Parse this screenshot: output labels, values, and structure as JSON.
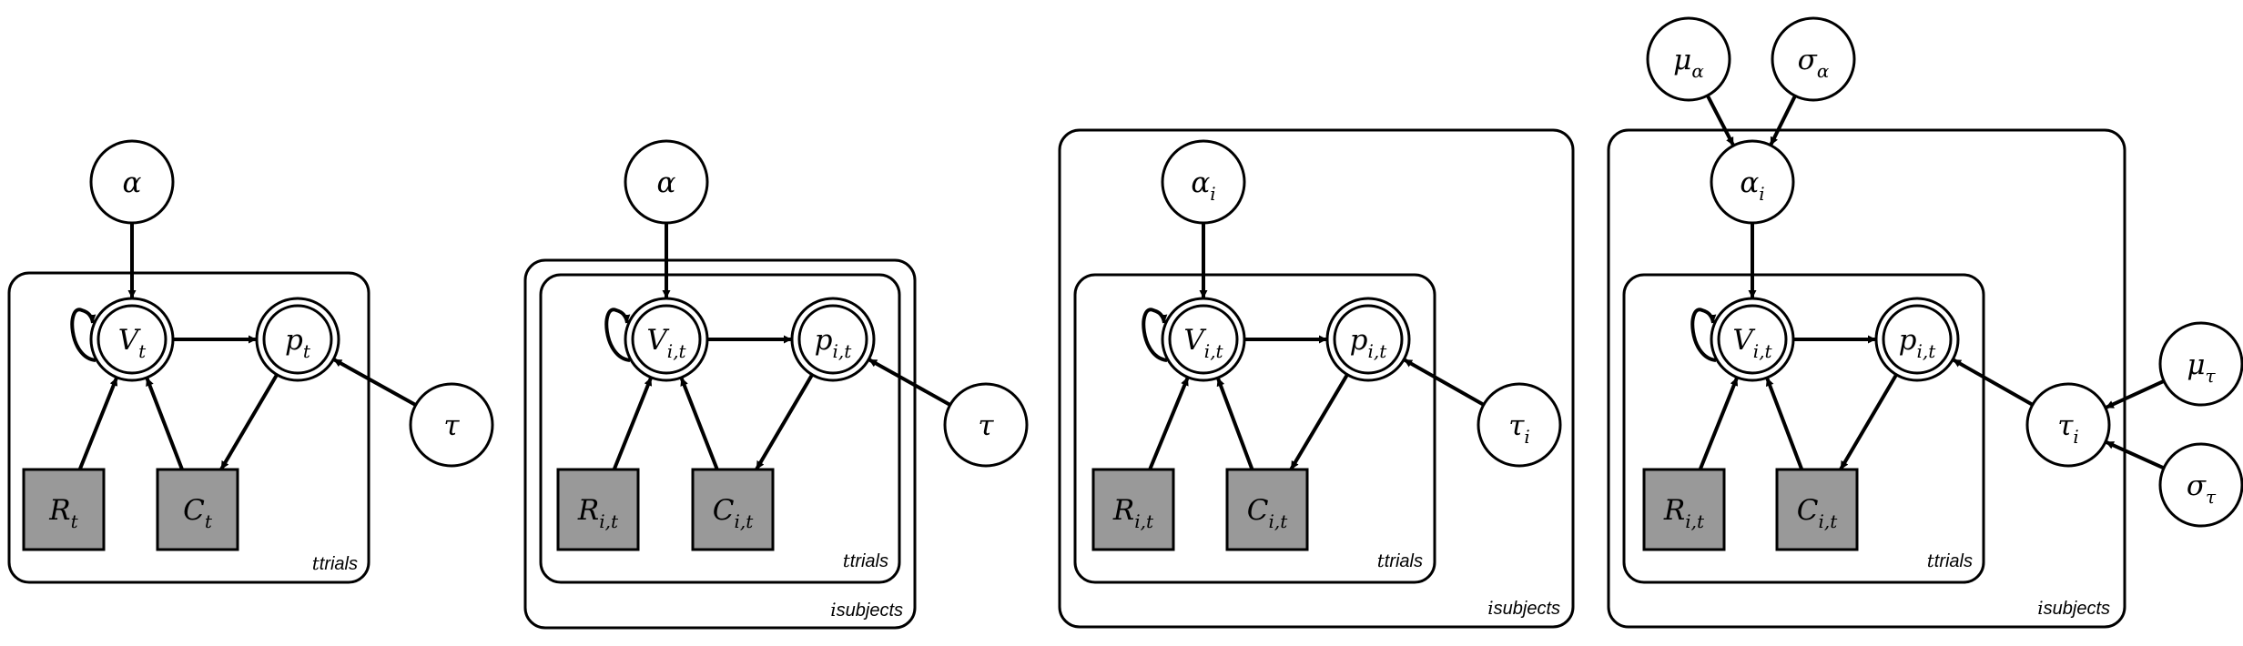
{
  "panels": [
    {
      "plates": [
        {
          "var": "t",
          "text": "trials"
        }
      ],
      "nodes": [
        {
          "id": "alpha",
          "base": "α",
          "sub": ""
        },
        {
          "id": "V",
          "base": "V",
          "sub": "t"
        },
        {
          "id": "p",
          "base": "p",
          "sub": "t"
        },
        {
          "id": "tau",
          "base": "τ",
          "sub": ""
        },
        {
          "id": "R",
          "base": "R",
          "sub": "t"
        },
        {
          "id": "C",
          "base": "C",
          "sub": "t"
        }
      ]
    },
    {
      "plates": [
        {
          "var": "t",
          "text": "trials"
        },
        {
          "var": "i",
          "text": "subjects"
        }
      ],
      "nodes": [
        {
          "id": "alpha",
          "base": "α",
          "sub": ""
        },
        {
          "id": "V",
          "base": "V",
          "sub": "i,t"
        },
        {
          "id": "p",
          "base": "p",
          "sub": "i,t"
        },
        {
          "id": "tau",
          "base": "τ",
          "sub": ""
        },
        {
          "id": "R",
          "base": "R",
          "sub": "i,t"
        },
        {
          "id": "C",
          "base": "C",
          "sub": "i,t"
        }
      ]
    },
    {
      "plates": [
        {
          "var": "t",
          "text": "trials"
        },
        {
          "var": "i",
          "text": "subjects"
        }
      ],
      "nodes": [
        {
          "id": "alpha",
          "base": "α",
          "sub": "i"
        },
        {
          "id": "V",
          "base": "V",
          "sub": "i,t"
        },
        {
          "id": "p",
          "base": "p",
          "sub": "i,t"
        },
        {
          "id": "tau",
          "base": "τ",
          "sub": "i"
        },
        {
          "id": "R",
          "base": "R",
          "sub": "i,t"
        },
        {
          "id": "C",
          "base": "C",
          "sub": "i,t"
        }
      ]
    },
    {
      "plates": [
        {
          "var": "t",
          "text": "trials"
        },
        {
          "var": "i",
          "text": "subjects"
        }
      ],
      "nodes": [
        {
          "id": "mu_alpha",
          "base": "μ",
          "sub": "α"
        },
        {
          "id": "sigma_alpha",
          "base": "σ",
          "sub": "α"
        },
        {
          "id": "alpha",
          "base": "α",
          "sub": "i"
        },
        {
          "id": "V",
          "base": "V",
          "sub": "i,t"
        },
        {
          "id": "p",
          "base": "p",
          "sub": "i,t"
        },
        {
          "id": "tau",
          "base": "τ",
          "sub": "i"
        },
        {
          "id": "mu_tau",
          "base": "μ",
          "sub": "τ"
        },
        {
          "id": "sigma_tau",
          "base": "σ",
          "sub": "τ"
        },
        {
          "id": "R",
          "base": "R",
          "sub": "i,t"
        },
        {
          "id": "C",
          "base": "C",
          "sub": "i,t"
        }
      ]
    }
  ],
  "colors": {
    "observed_fill": "#999999",
    "stroke": "#000000",
    "background": "#ffffff"
  }
}
